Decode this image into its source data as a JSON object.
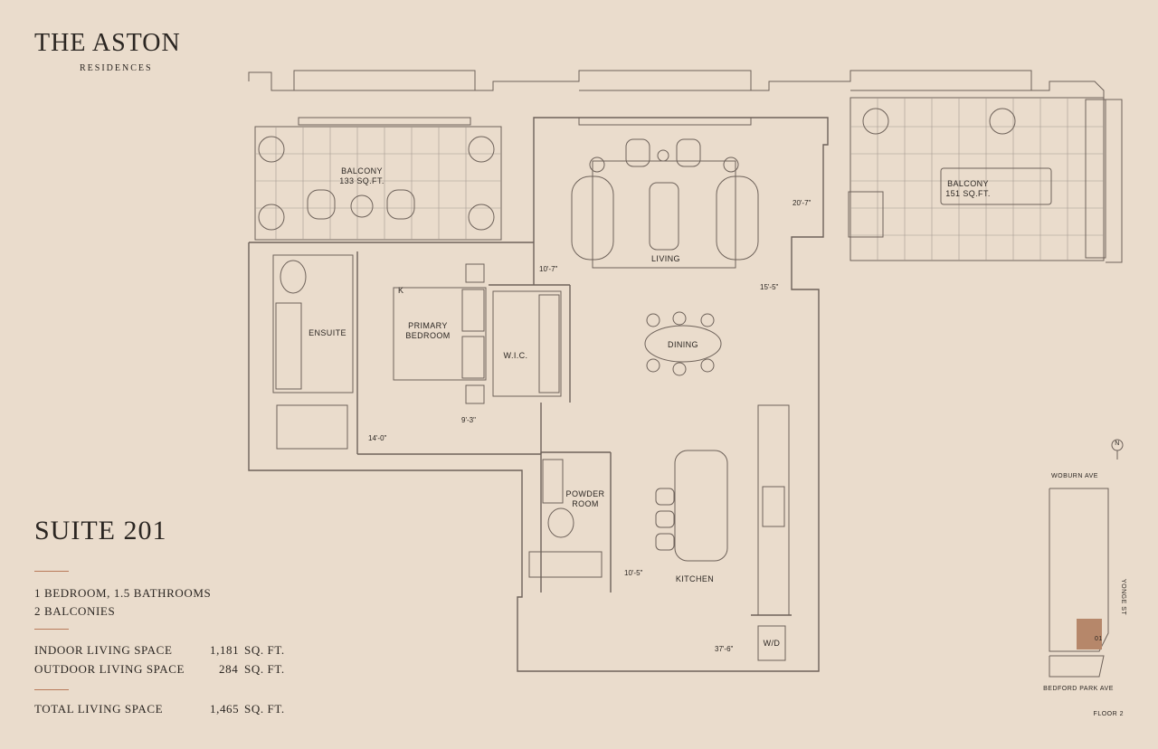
{
  "brand": {
    "name": "THE ASTON",
    "subtitle": "RESIDENCES"
  },
  "suite": {
    "title": "SUITE 201",
    "bed_bath": "1 BEDROOM, 1.5 BATHROOMS",
    "balconies": "2 BALCONIES",
    "areas": [
      {
        "label": "INDOOR LIVING SPACE",
        "value": "1,181",
        "unit": "SQ. FT."
      },
      {
        "label": "OUTDOOR LIVING SPACE",
        "value": "284",
        "unit": "SQ. FT."
      }
    ],
    "total": {
      "label": "TOTAL LIVING SPACE",
      "value": "1,465",
      "unit": "SQ. FT."
    }
  },
  "rooms": {
    "balcony_west": "BALCONY",
    "balcony_west_area": "133 SQ.FT.",
    "balcony_east": "BALCONY",
    "balcony_east_area": "151 SQ.FT.",
    "living": "LIVING",
    "ensuite": "ENSUITE",
    "primary_1": "PRIMARY",
    "primary_2": "BEDROOM",
    "wic": "W.I.C.",
    "dining": "DINING",
    "powder_1": "POWDER",
    "powder_2": "ROOM",
    "kitchen": "KITCHEN",
    "wd": "W/D",
    "bed_mark": "K"
  },
  "dimensions": {
    "d_20_7": "20'-7\"",
    "d_10_7": "10'-7\"",
    "d_15_5": "15'-5\"",
    "d_9_3": "9'-3\"",
    "d_14_0": "14'-0\"",
    "d_10_5": "10'-5\"",
    "d_37_6": "37'-6\""
  },
  "keyplan": {
    "north": "N",
    "street_north": "WOBURN AVE",
    "street_east": "YONGE ST",
    "street_south": "BEDFORD PARK AVE",
    "unit_label": "01",
    "floor": "FLOOR 2"
  },
  "colors": {
    "background": "#eadccc",
    "ink": "#2b2622",
    "accent": "#b87a5a",
    "highlight": "#b6876a"
  }
}
